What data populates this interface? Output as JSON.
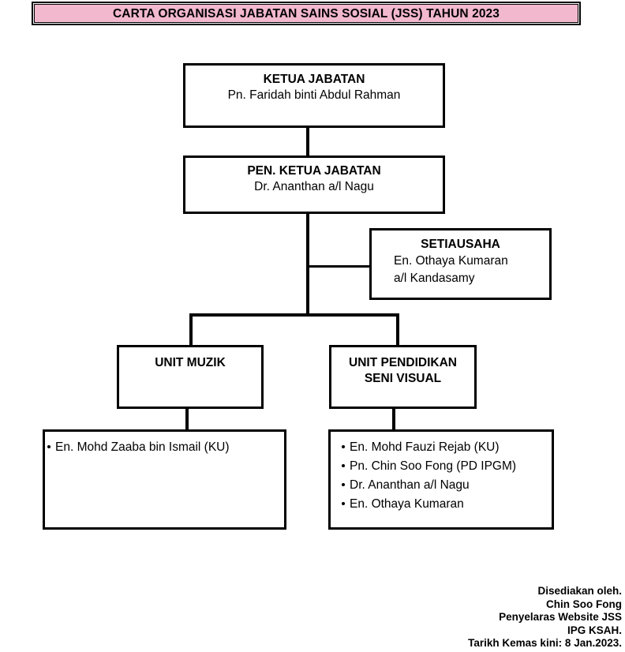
{
  "title": "CARTA ORGANISASI JABATAN SAINS SOSIAL (JSS) TAHUN 2023",
  "ketua": {
    "role": "KETUA JABATAN",
    "name": "Pn. Faridah binti Abdul Rahman"
  },
  "pen_ketua": {
    "role": "PEN. KETUA JABATAN",
    "name": "Dr. Ananthan a/l Nagu"
  },
  "setiausaha": {
    "role": "SETIAUSAHA",
    "name_line1": "En. Othaya Kumaran",
    "name_line2": "a/l Kandasamy"
  },
  "unit_muzik": {
    "title": "UNIT MUZIK",
    "members": [
      "En. Mohd Zaaba bin Ismail (KU)"
    ]
  },
  "unit_psv": {
    "title_line1": "UNIT PENDIDIKAN",
    "title_line2": "SENI VISUAL",
    "members": [
      "En. Mohd Fauzi Rejab (KU)",
      "Pn. Chin Soo Fong (PD IPGM)",
      "Dr. Ananthan a/l Nagu",
      "En. Othaya Kumaran"
    ]
  },
  "footer": {
    "line1": "Disediakan oleh.",
    "line2": "Chin Soo Fong",
    "line3": "Penyelaras Website JSS",
    "line4": "IPG KSAH.",
    "line5": "Tarikh Kemas kini: 8 Jan.2023."
  }
}
